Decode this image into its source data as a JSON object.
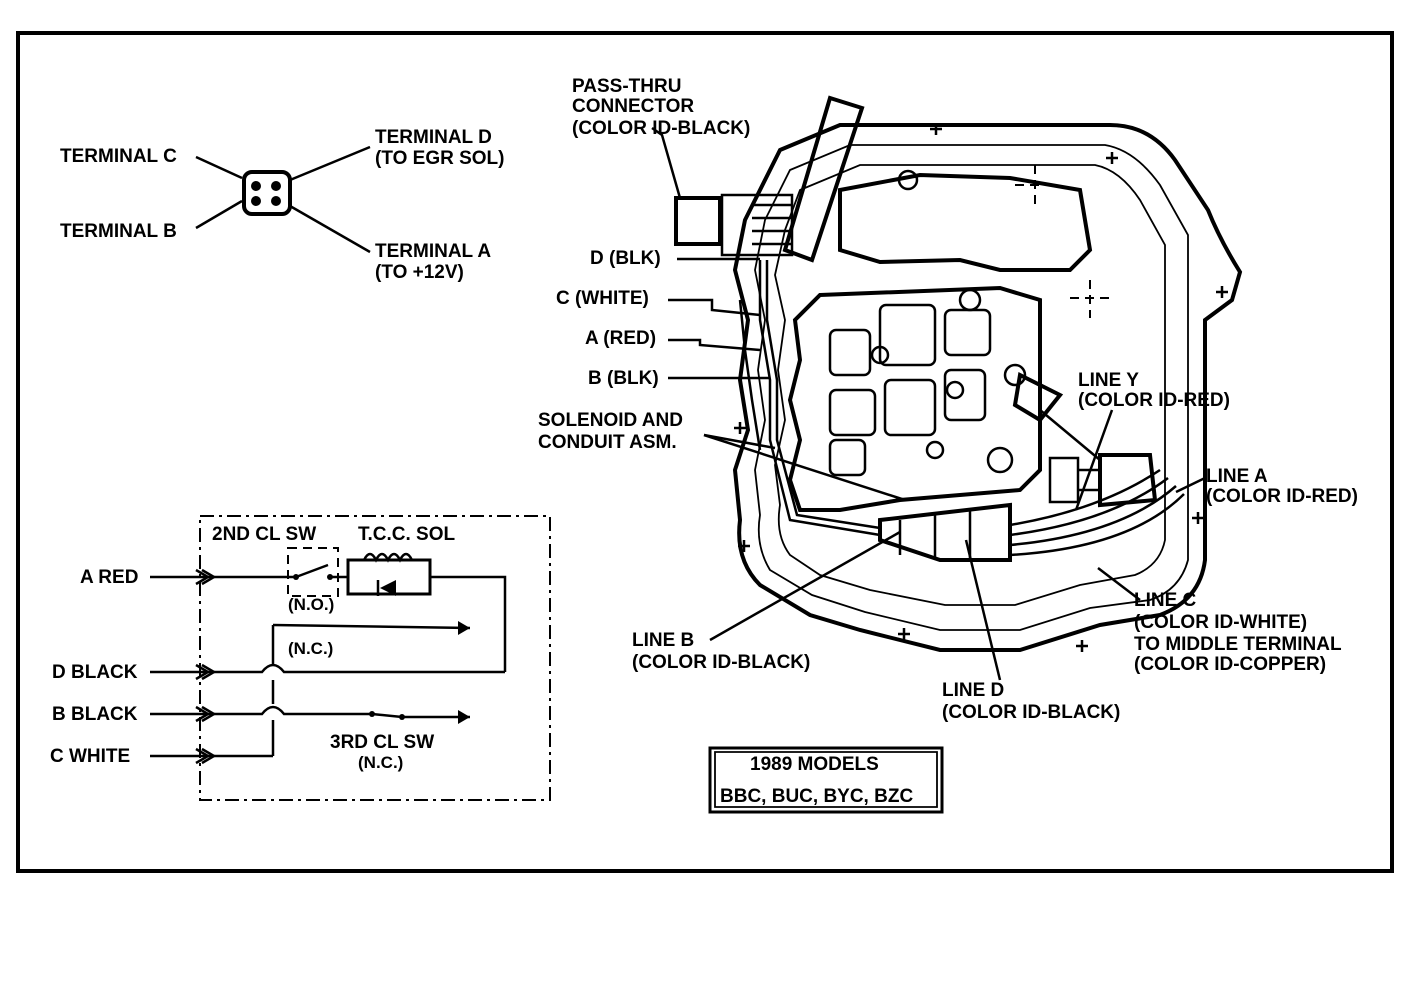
{
  "connector_view": {
    "terminal_c": "TERMINAL C",
    "terminal_b": "TERMINAL B",
    "terminal_d_l1": "TERMINAL D",
    "terminal_d_l2": "(TO EGR SOL)",
    "terminal_a_l1": "TERMINAL A",
    "terminal_a_l2": "(TO +12V)"
  },
  "schematic": {
    "second_cl_sw": "2ND CL SW",
    "tcc_sol": "T.C.C. SOL",
    "no": "(N.O.)",
    "nc1": "(N.C.)",
    "third_cl_sw": "3RD CL SW",
    "nc2": "(N.C.)",
    "inputs": [
      "A RED",
      "D BLACK",
      "B BLACK",
      "C WHITE"
    ]
  },
  "transmission": {
    "pass_thru_l1": "PASS-THRU",
    "pass_thru_l2": "CONNECTOR",
    "pass_thru_l3": "(COLOR ID-BLACK)",
    "wire_d": "D (BLK)",
    "wire_c": "C (WHITE)",
    "wire_a": "A (RED)",
    "wire_b": "B (BLK)",
    "solenoid_l1": "SOLENOID AND",
    "solenoid_l2": "CONDUIT ASM.",
    "line_y_l1": "LINE Y",
    "line_y_l2": "(COLOR ID-RED)",
    "line_a_l1": "LINE A",
    "line_a_l2": "(COLOR ID-RED)",
    "line_c_l1": "LINE C",
    "line_c_l2": "(COLOR ID-WHITE)",
    "line_c_l3": "TO MIDDLE TERMINAL",
    "line_c_l4": "(COLOR ID-COPPER)",
    "line_b_l1": "LINE B",
    "line_b_l2": "(COLOR ID-BLACK)",
    "line_d_l1": "LINE D",
    "line_d_l2": "(COLOR ID-BLACK)"
  },
  "models_box": {
    "line1": "1989 MODELS",
    "line2": "BBC, BUC, BYC, BZC"
  }
}
